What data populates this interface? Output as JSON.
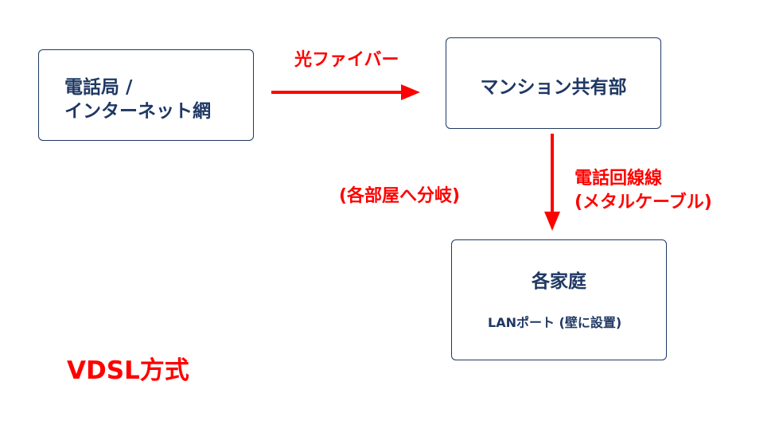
{
  "nodes": {
    "exchange": {
      "line1": "電話局 /",
      "line2": "インターネット網"
    },
    "common": {
      "label": "マンション共有部"
    },
    "home": {
      "title": "各家庭",
      "sub": "LANポート (壁に設置)"
    }
  },
  "edges": {
    "fiber": "光ファイバー",
    "branch": "(各部屋へ分岐)",
    "line1": "電話回線線",
    "line2": "(メタルケーブル)"
  },
  "method": "VDSL方式",
  "colors": {
    "box_border": "#1f3864",
    "box_text": "#1f3864",
    "accent": "#ff0000"
  }
}
